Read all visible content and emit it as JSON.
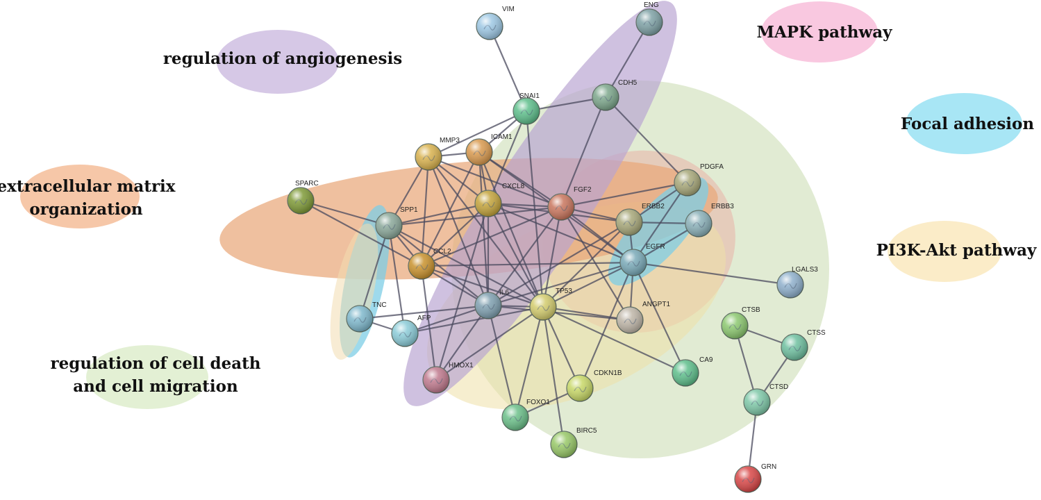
{
  "legend": [
    {
      "id": "angiogenesis",
      "lines": [
        "regulation of angiogenesis"
      ],
      "color": "#d6c8e6"
    },
    {
      "id": "ecm",
      "lines": [
        "extracellular matrix",
        "organization"
      ],
      "color": "#f6c7a8"
    },
    {
      "id": "cell-death",
      "lines": [
        "regulation of cell death",
        "and cell migration"
      ],
      "color": "#e3f0d4"
    },
    {
      "id": "mapk",
      "lines": [
        "MAPK pathway"
      ],
      "color": "#f9c8e0"
    },
    {
      "id": "focal-adhesion",
      "lines": [
        "Focal adhesion"
      ],
      "color": "#a8e6f5"
    },
    {
      "id": "pi3k",
      "lines": [
        "PI3K-Akt pathway"
      ],
      "color": "#fbecc8"
    }
  ],
  "nodes": [
    {
      "id": "VIM",
      "label": "VIM",
      "color": "#9ec8e4"
    },
    {
      "id": "ENG",
      "label": "ENG",
      "color": "#7fa2a6"
    },
    {
      "id": "SNAI1",
      "label": "SNAI1",
      "color": "#5fbf8c"
    },
    {
      "id": "CDH5",
      "label": "CDH5",
      "color": "#7da78c"
    },
    {
      "id": "MMP3",
      "label": "MMP3",
      "color": "#d9b24f"
    },
    {
      "id": "ICAM1",
      "label": "ICAM1",
      "color": "#d99a4f"
    },
    {
      "id": "SPARC",
      "label": "SPARC",
      "color": "#7f9a38"
    },
    {
      "id": "CXCL8",
      "label": "CXCL8",
      "color": "#c4a43c"
    },
    {
      "id": "FGF2",
      "label": "FGF2",
      "color": "#c9765e"
    },
    {
      "id": "PDGFA",
      "label": "PDGFA",
      "color": "#a8a87a"
    },
    {
      "id": "ERBB2",
      "label": "ERBB2",
      "color": "#a8a87a"
    },
    {
      "id": "ERBB3",
      "label": "ERBB3",
      "color": "#8ab0b8"
    },
    {
      "id": "SPP1",
      "label": "SPP1",
      "color": "#8ba89a"
    },
    {
      "id": "CCL2",
      "label": "CCL2",
      "color": "#c9922e"
    },
    {
      "id": "EGFR",
      "label": "EGFR",
      "color": "#7aaab8"
    },
    {
      "id": "LGALS3",
      "label": "LGALS3",
      "color": "#8fb0cc"
    },
    {
      "id": "IL6",
      "label": "IL6",
      "color": "#7fa0b0"
    },
    {
      "id": "TP53",
      "label": "TP53",
      "color": "#d3cc6e"
    },
    {
      "id": "ANGPT1",
      "label": "ANGPT1",
      "color": "#bfb6a8"
    },
    {
      "id": "TNC",
      "label": "TNC",
      "color": "#7fb8cc"
    },
    {
      "id": "AFP",
      "label": "AFP",
      "color": "#8cccd8"
    },
    {
      "id": "CTSB",
      "label": "CTSB",
      "color": "#8cc870"
    },
    {
      "id": "CTSS",
      "label": "CTSS",
      "color": "#6fc0a0"
    },
    {
      "id": "HMOX1",
      "label": "HMOX1",
      "color": "#c07a8e"
    },
    {
      "id": "CDKN1B",
      "label": "CDKN1B",
      "color": "#c8d868"
    },
    {
      "id": "CA9",
      "label": "CA9",
      "color": "#5fbf8c"
    },
    {
      "id": "CTSD",
      "label": "CTSD",
      "color": "#7fc8a8"
    },
    {
      "id": "FOXO1",
      "label": "FOXO1",
      "color": "#6cc08a"
    },
    {
      "id": "BIRC5",
      "label": "BIRC5",
      "color": "#98c868"
    },
    {
      "id": "GRN",
      "label": "GRN",
      "color": "#d94848"
    }
  ],
  "edges": [
    [
      "VIM",
      "SNAI1"
    ],
    [
      "ENG",
      "CDH5"
    ],
    [
      "SNAI1",
      "CDH5"
    ],
    [
      "SNAI1",
      "MMP3"
    ],
    [
      "SNAI1",
      "ICAM1"
    ],
    [
      "SNAI1",
      "CXCL8"
    ],
    [
      "SNAI1",
      "TP53"
    ],
    [
      "CDH5",
      "PDGFA"
    ],
    [
      "CDH5",
      "FGF2"
    ],
    [
      "MMP3",
      "ICAM1"
    ],
    [
      "MMP3",
      "CXCL8"
    ],
    [
      "MMP3",
      "SPP1"
    ],
    [
      "MMP3",
      "CCL2"
    ],
    [
      "MMP3",
      "IL6"
    ],
    [
      "MMP3",
      "FGF2"
    ],
    [
      "MMP3",
      "TP53"
    ],
    [
      "ICAM1",
      "CXCL8"
    ],
    [
      "ICAM1",
      "CCL2"
    ],
    [
      "ICAM1",
      "IL6"
    ],
    [
      "ICAM1",
      "TP53"
    ],
    [
      "ICAM1",
      "FGF2"
    ],
    [
      "ICAM1",
      "EGFR"
    ],
    [
      "SPARC",
      "SPP1"
    ],
    [
      "SPARC",
      "CCL2"
    ],
    [
      "CXCL8",
      "CCL2"
    ],
    [
      "CXCL8",
      "SPP1"
    ],
    [
      "CXCL8",
      "IL6"
    ],
    [
      "CXCL8",
      "FGF2"
    ],
    [
      "CXCL8",
      "TP53"
    ],
    [
      "CXCL8",
      "ERBB2"
    ],
    [
      "CXCL8",
      "EGFR"
    ],
    [
      "CXCL8",
      "HMOX1"
    ],
    [
      "FGF2",
      "SPP1"
    ],
    [
      "FGF2",
      "CCL2"
    ],
    [
      "FGF2",
      "IL6"
    ],
    [
      "FGF2",
      "TP53"
    ],
    [
      "FGF2",
      "ERBB2"
    ],
    [
      "FGF2",
      "EGFR"
    ],
    [
      "FGF2",
      "PDGFA"
    ],
    [
      "FGF2",
      "ANGPT1"
    ],
    [
      "PDGFA",
      "ERBB2"
    ],
    [
      "PDGFA",
      "EGFR"
    ],
    [
      "ERBB2",
      "ERBB3"
    ],
    [
      "ERBB2",
      "EGFR"
    ],
    [
      "ERBB2",
      "IL6"
    ],
    [
      "ERBB2",
      "TP53"
    ],
    [
      "ERBB3",
      "EGFR"
    ],
    [
      "SPP1",
      "CCL2"
    ],
    [
      "SPP1",
      "IL6"
    ],
    [
      "SPP1",
      "TNC"
    ],
    [
      "SPP1",
      "AFP"
    ],
    [
      "SPP1",
      "TP53"
    ],
    [
      "CCL2",
      "IL6"
    ],
    [
      "CCL2",
      "TP53"
    ],
    [
      "CCL2",
      "EGFR"
    ],
    [
      "CCL2",
      "HMOX1"
    ],
    [
      "EGFR",
      "IL6"
    ],
    [
      "EGFR",
      "TP53"
    ],
    [
      "EGFR",
      "LGALS3"
    ],
    [
      "EGFR",
      "ANGPT1"
    ],
    [
      "EGFR",
      "CA9"
    ],
    [
      "EGFR",
      "CDKN1B"
    ],
    [
      "IL6",
      "TP53"
    ],
    [
      "IL6",
      "TNC"
    ],
    [
      "IL6",
      "AFP"
    ],
    [
      "IL6",
      "HMOX1"
    ],
    [
      "IL6",
      "FOXO1"
    ],
    [
      "IL6",
      "ANGPT1"
    ],
    [
      "TP53",
      "HMOX1"
    ],
    [
      "TP53",
      "CDKN1B"
    ],
    [
      "TP53",
      "FOXO1"
    ],
    [
      "TP53",
      "BIRC5"
    ],
    [
      "TP53",
      "AFP"
    ],
    [
      "TP53",
      "ANGPT1"
    ],
    [
      "TP53",
      "CA9"
    ],
    [
      "TNC",
      "AFP"
    ],
    [
      "CDKN1B",
      "FOXO1"
    ],
    [
      "CTSB",
      "CTSS"
    ],
    [
      "CTSB",
      "CTSD"
    ],
    [
      "CTSS",
      "CTSD"
    ],
    [
      "CTSD",
      "GRN"
    ]
  ]
}
